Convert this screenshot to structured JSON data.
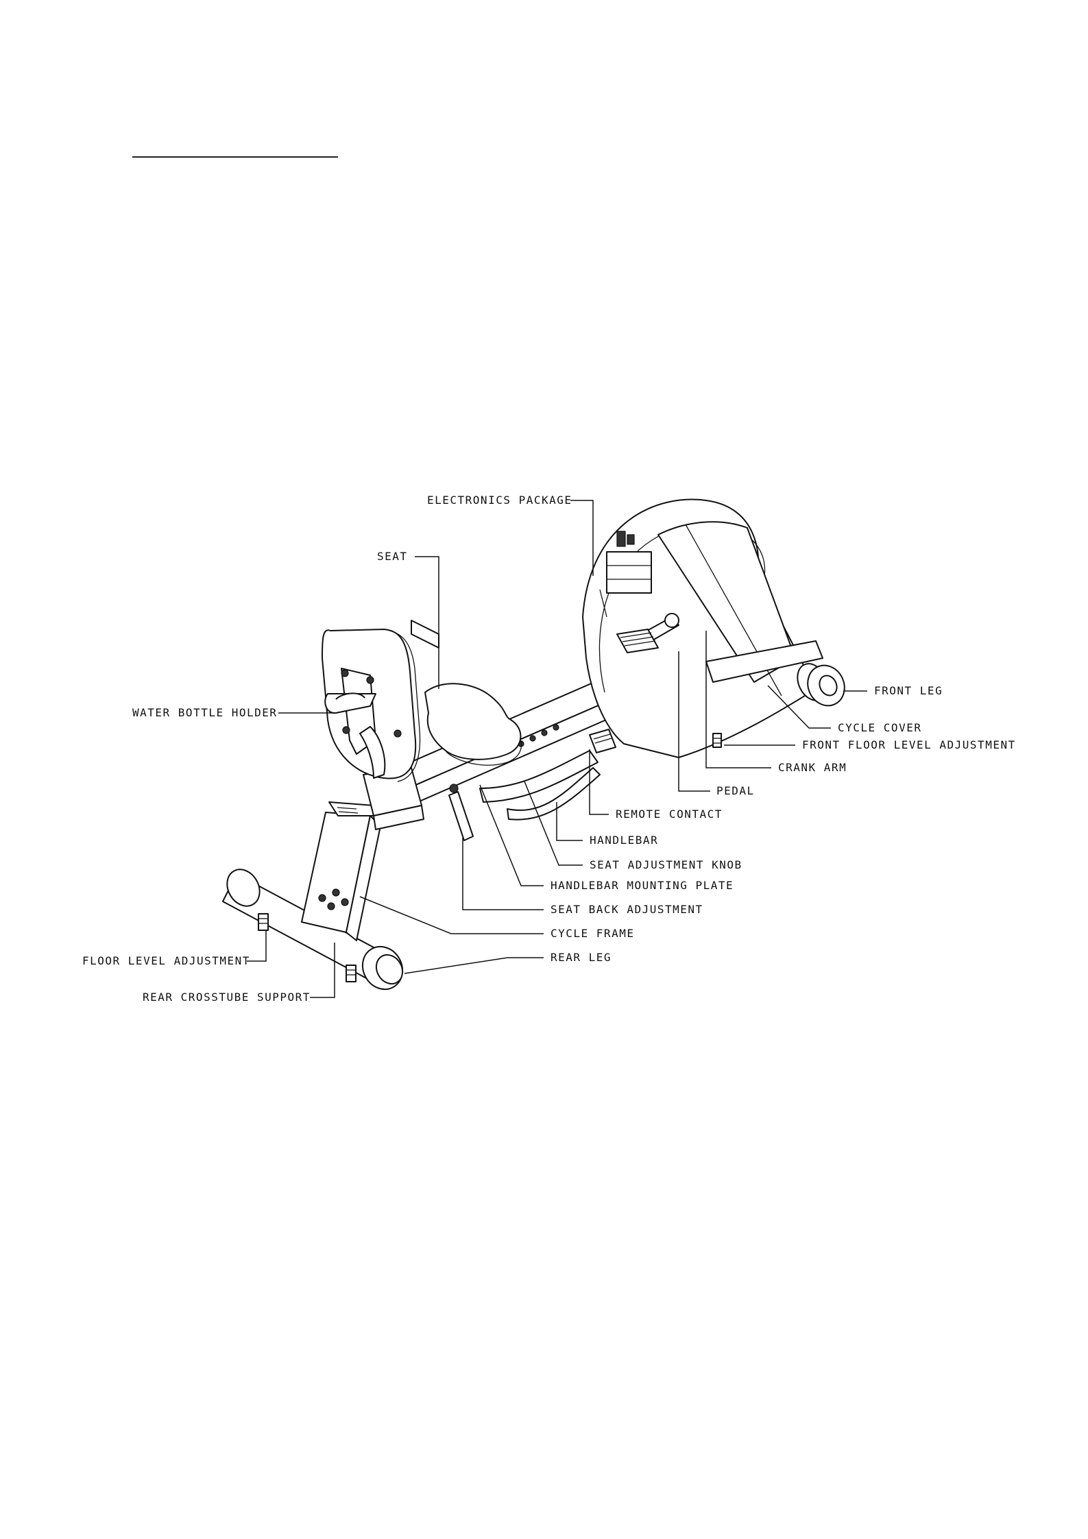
{
  "labels": {
    "electronics_package": "ELECTRONICS PACKAGE",
    "seat": "SEAT",
    "water_bottle_holder": "WATER BOTTLE HOLDER",
    "front_leg": "FRONT LEG",
    "cycle_cover": "CYCLE COVER",
    "front_floor_level_adjustment": "FRONT FLOOR LEVEL ADJUSTMENT",
    "crank_arm": "CRANK ARM",
    "pedal": "PEDAL",
    "remote_contact": "REMOTE CONTACT",
    "handlebar": "HANDLEBAR",
    "seat_adjustment_knob": "SEAT ADJUSTMENT KNOB",
    "handlebar_mounting_plate": "HANDLEBAR MOUNTING PLATE",
    "seat_back_adjustment": "SEAT BACK ADJUSTMENT",
    "cycle_frame": "CYCLE FRAME",
    "floor_level_adjustment": "FLOOR LEVEL ADJUSTMENT",
    "rear_leg": "REAR LEG",
    "rear_crosstube_support": "REAR CROSSTUBE SUPPORT"
  },
  "colors": {
    "ink": "#111111",
    "paper": "#ffffff"
  }
}
